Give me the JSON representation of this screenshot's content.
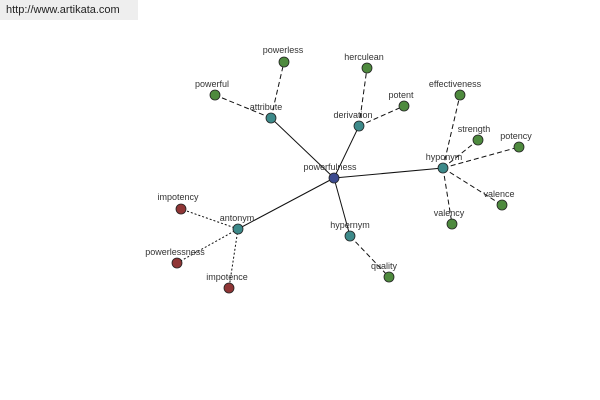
{
  "header": {
    "url": "http://www.artikata.com"
  },
  "colors": {
    "center": "#3b4a8f",
    "relation": "#3d8a8a",
    "related_word": "#4e8a3e",
    "opposite_word": "#8f3535",
    "edge": "#111111"
  },
  "graph": {
    "center": {
      "id": "powerfulness",
      "label": "powerfulness"
    },
    "relations": [
      {
        "id": "attribute",
        "label": "attribute"
      },
      {
        "id": "derivation",
        "label": "derivation"
      },
      {
        "id": "hyponym",
        "label": "hyponym"
      },
      {
        "id": "hypernym",
        "label": "hypernym"
      },
      {
        "id": "antonym",
        "label": "antonym"
      }
    ],
    "leaves": [
      {
        "id": "powerless",
        "label": "powerless",
        "relation": "attribute",
        "kind": "related"
      },
      {
        "id": "powerful",
        "label": "powerful",
        "relation": "attribute",
        "kind": "related"
      },
      {
        "id": "herculean",
        "label": "herculean",
        "relation": "derivation",
        "kind": "related"
      },
      {
        "id": "potent",
        "label": "potent",
        "relation": "derivation",
        "kind": "related"
      },
      {
        "id": "effectiveness",
        "label": "effectiveness",
        "relation": "hyponym",
        "kind": "related"
      },
      {
        "id": "strength",
        "label": "strength",
        "relation": "hyponym",
        "kind": "related"
      },
      {
        "id": "potency",
        "label": "potency",
        "relation": "hyponym",
        "kind": "related"
      },
      {
        "id": "valence",
        "label": "valence",
        "relation": "hyponym",
        "kind": "related"
      },
      {
        "id": "valency",
        "label": "valency",
        "relation": "hyponym",
        "kind": "related"
      },
      {
        "id": "quality",
        "label": "quality",
        "relation": "hypernym",
        "kind": "related"
      },
      {
        "id": "impotency",
        "label": "impotency",
        "relation": "antonym",
        "kind": "opposite"
      },
      {
        "id": "powerlessness",
        "label": "powerlessness",
        "relation": "antonym",
        "kind": "opposite"
      },
      {
        "id": "impotence",
        "label": "impotence",
        "relation": "antonym",
        "kind": "opposite"
      }
    ]
  }
}
